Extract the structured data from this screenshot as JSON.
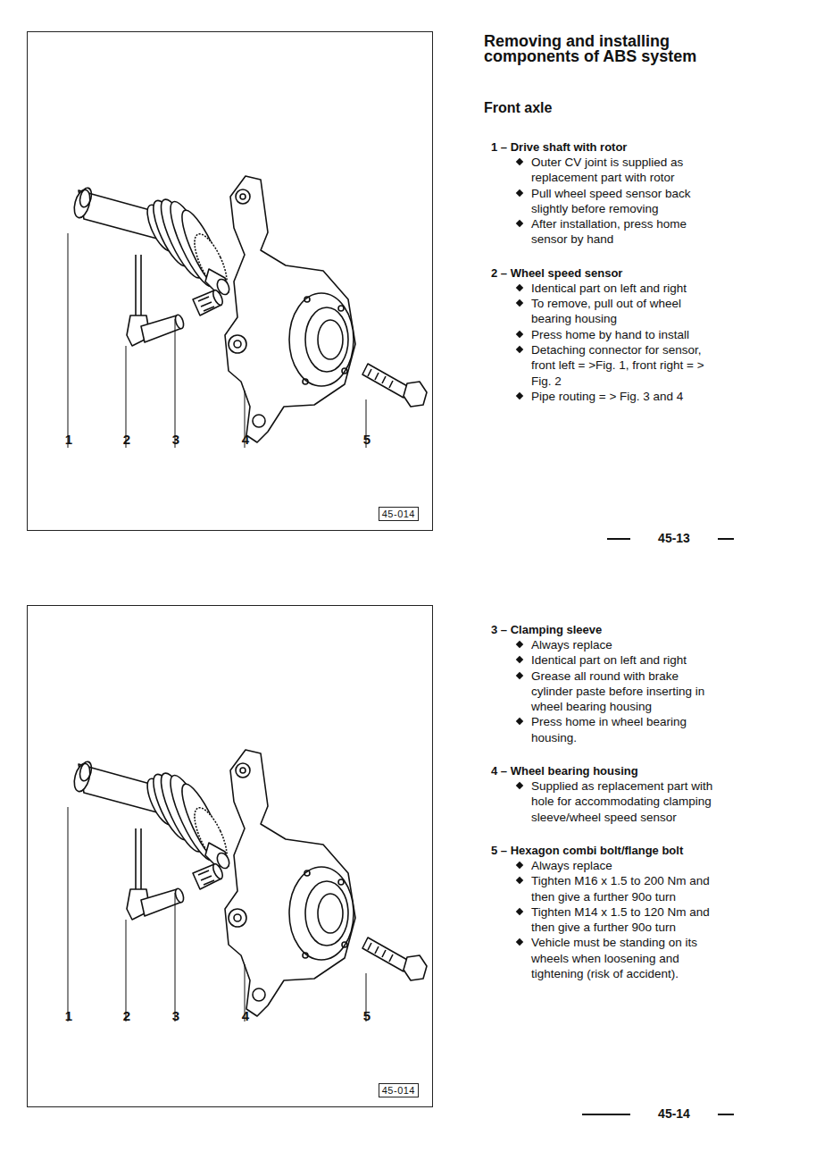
{
  "diagram": {
    "title": "Removing and installing components of ABS system",
    "nodes": [
      {
        "text": [
          "1",
          "2",
          "3",
          "4",
          "5"
        ]
      },
      {
        "text": [
          "45-014"
        ],
        "in": 0
      },
      {
        "text": [
          "1",
          "2",
          "3",
          "4",
          "5"
        ]
      },
      {
        "text": [
          "45-014"
        ],
        "in": 2
      }
    ],
    "labels": [
      "Front axle",
      "1 – Drive shaft with rotor",
      "Outer CV joint is supplied as replacement part with rotor",
      "Pull wheel speed sensor back slightly before removing",
      "After installation, press home sensor by hand",
      "2 – Wheel speed sensor",
      "Identical part on left and right",
      "To remove, pull out of wheel bearing housing",
      "Press home by hand to install",
      "Detaching connector for sensor, front left = >Fig. 1, front right = > Fig. 2",
      "Pipe routing = > Fig. 3 and 4",
      "45-13",
      "3 – Clamping sleeve",
      "Always replace",
      "Identical part on left and right",
      "Grease all round with brake cylinder paste before inserting in wheel bearing housing",
      "Press home in wheel bearing housing.",
      "4 – Wheel bearing housing",
      "Supplied as replacement part with hole for accommodating clamping sleeve/wheel speed sensor",
      "5 – Hexagon combi bolt/flange bolt",
      "Always replace",
      "Tighten M16 x 1.5 to 200 Nm and then give a further 90o turn",
      "Tighten M14 x 1.5 to 120 Nm and then give a further 90o turn",
      "Vehicle must be standing on its wheels when loosening and tightening (risk of accident).",
      "45-14"
    ]
  }
}
